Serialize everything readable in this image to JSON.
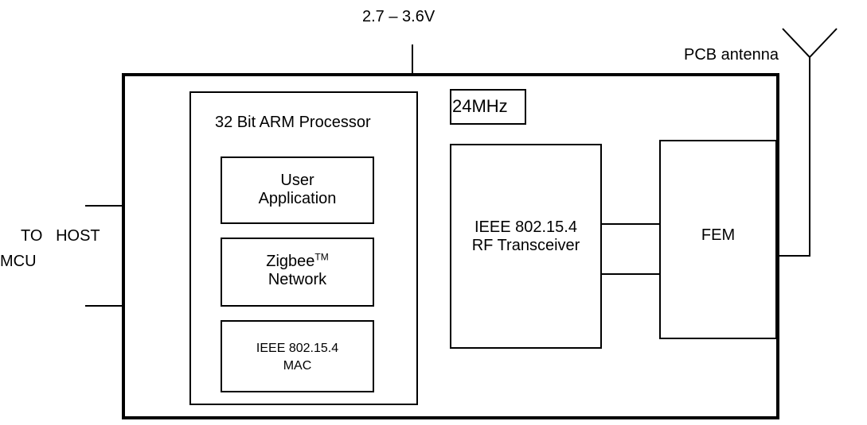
{
  "supply_voltage": "2.7 – 3.6V",
  "antenna_label": "PCB antenna",
  "host_label": {
    "line1": "TO   HOST",
    "line2": "MCU"
  },
  "processor": {
    "title": "32 Bit ARM Processor",
    "blocks": {
      "user_app": {
        "line1": "User",
        "line2": "Application"
      },
      "zigbee": {
        "name": "Zigbee",
        "superscript": "TM",
        "line2": "Network"
      },
      "mac": {
        "line1": "IEEE 802.15.4",
        "line2": "MAC"
      }
    }
  },
  "crystal": "24MHz",
  "transceiver": {
    "line1": "IEEE 802.15.4",
    "line2": "RF Transceiver"
  },
  "fem": "FEM",
  "colors": {
    "stroke": "#000000",
    "background": "#ffffff"
  }
}
